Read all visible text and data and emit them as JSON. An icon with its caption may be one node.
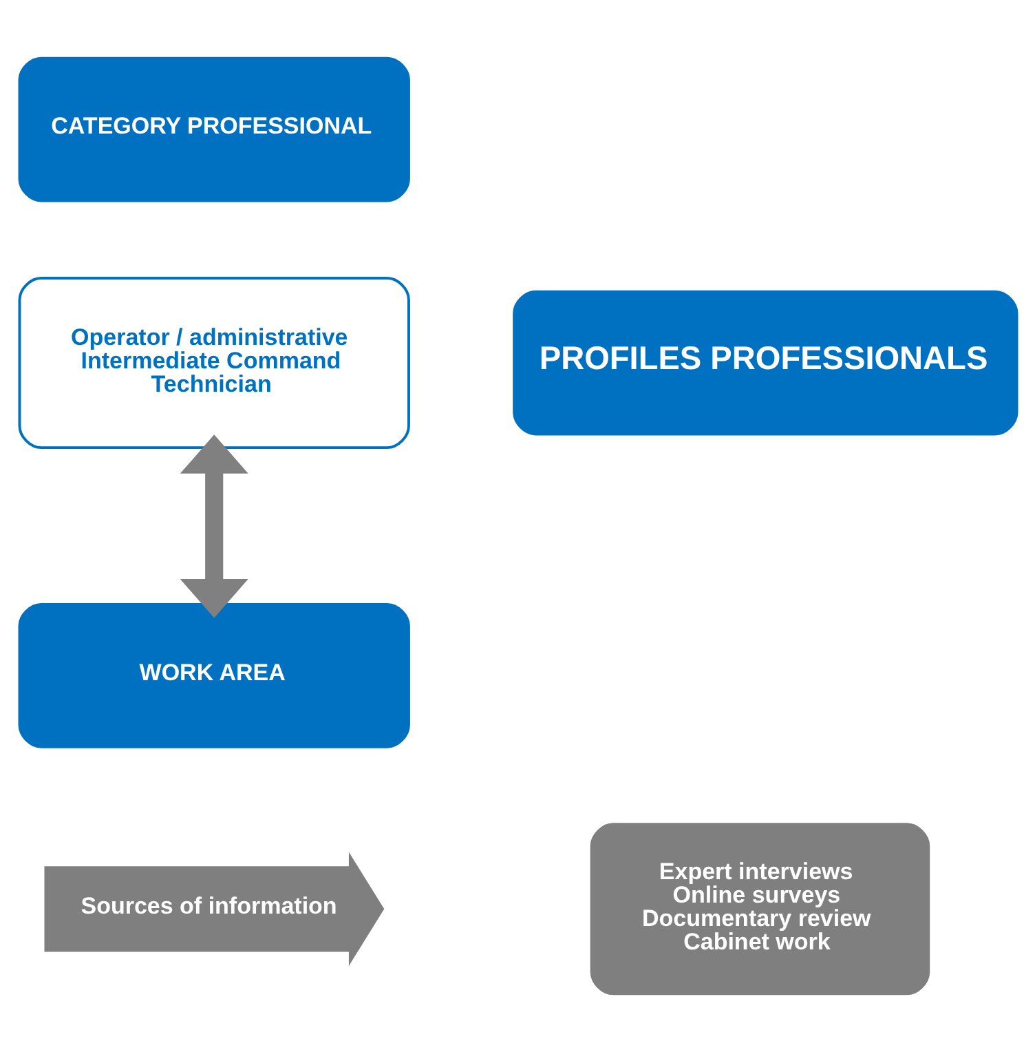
{
  "diagram": {
    "nodes": [
      {
        "text": [
          "CATEGORY PROFESSIONAL"
        ]
      },
      {
        "text": [
          "Operator / administrative",
          "Intermediate Command",
          "Technician"
        ]
      },
      {
        "text": [
          "WORK AREA"
        ]
      },
      {
        "text": [
          "PROFILES PROFESSIONALS"
        ]
      },
      {
        "text": [
          "Sources of information"
        ]
      },
      {
        "text": [
          "Expert interviews",
          "Online surveys",
          "Documentary review",
          "Cabinet work"
        ]
      }
    ],
    "edges": [
      {
        "from": 1,
        "to": 2,
        "arrow": "both",
        "color": "#808080"
      }
    ]
  }
}
